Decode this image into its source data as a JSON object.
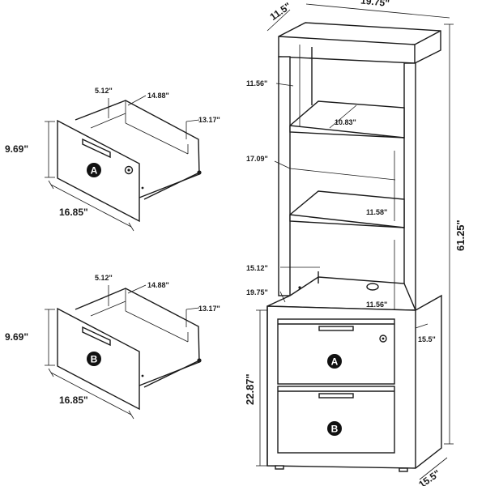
{
  "drawer_a": {
    "badge": "A",
    "height": "9.69\"",
    "width": "16.85\"",
    "top_depth": "5.12\"",
    "top_width": "14.88\"",
    "side_depth": "13.17\""
  },
  "drawer_b": {
    "badge": "B",
    "height": "9.69\"",
    "width": "16.85\"",
    "top_depth": "5.12\"",
    "top_width": "14.88\"",
    "side_depth": "13.17\""
  },
  "cabinet": {
    "top_depth": "11.5\"",
    "top_width": "19.75\"",
    "shelf1_clear": "11.56\"",
    "shelf1_depth": "10.83\"",
    "shelf2_clear": "17.09\"",
    "shelf2_right": "11.58\"",
    "shelf3_clear": "15.12\"",
    "base_right": "11.56\"",
    "base_width": "19.75\"",
    "side_depth": "15.5\"",
    "base_height": "22.87\"",
    "total_height": "61.25\"",
    "bottom_depth": "15.5\"",
    "badge_a": "A",
    "badge_b": "B"
  },
  "colors": {
    "line": "#1a1a1a",
    "badge": "#111111",
    "background": "#ffffff"
  }
}
